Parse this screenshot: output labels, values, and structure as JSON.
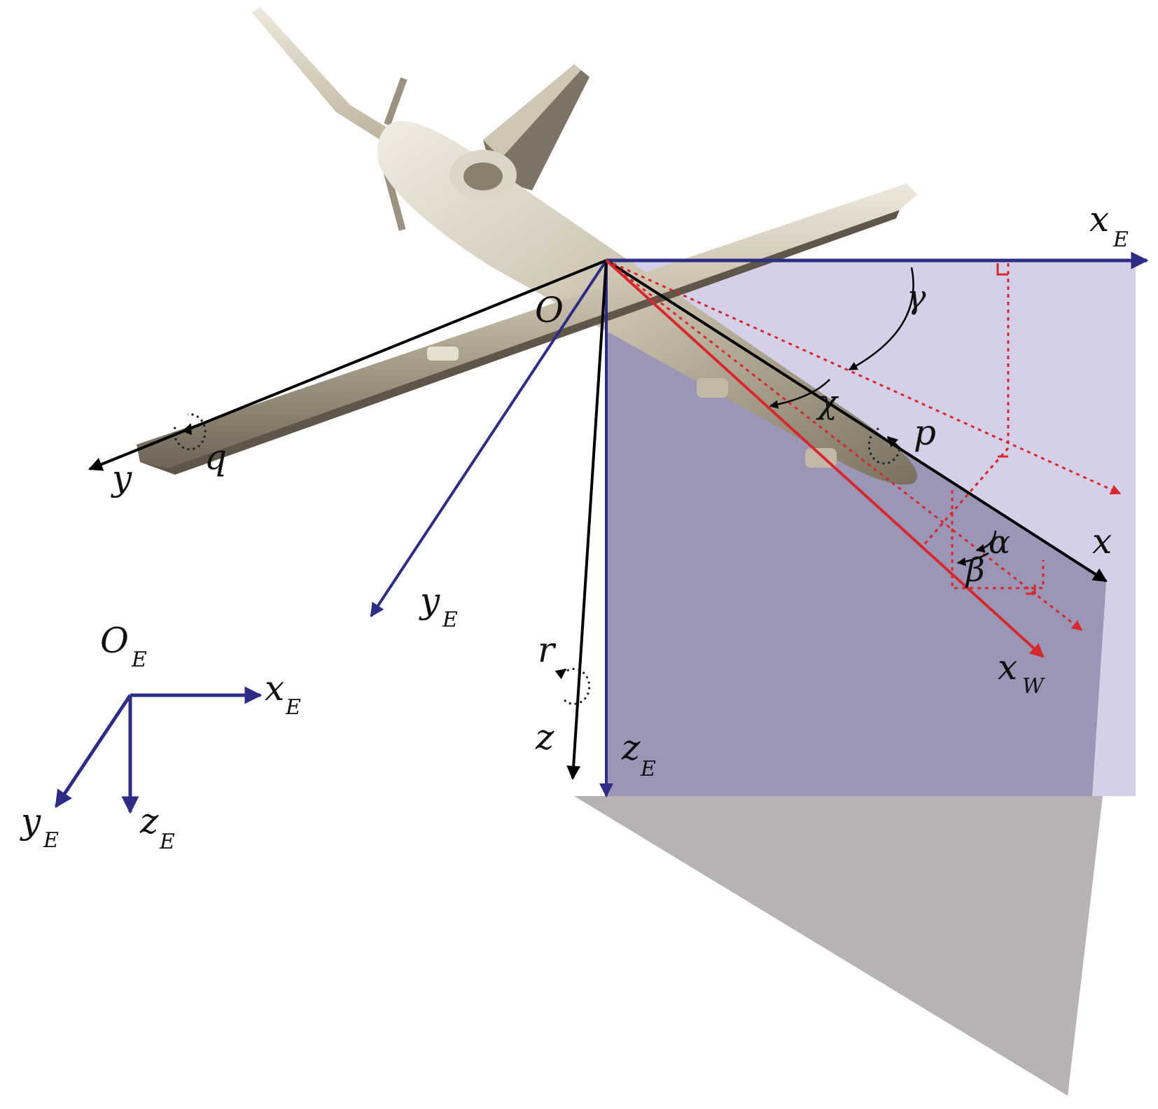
{
  "labels": {
    "origin": "O",
    "x_body": "x",
    "y_body": "y",
    "z_body": "z",
    "x_earth": "x",
    "y_earth": "y",
    "z_earth": "z",
    "x_wind": "x",
    "earth_sub": "E",
    "wind_sub": "W",
    "roll_rate": "p",
    "pitch_rate": "q",
    "yaw_rate": "r",
    "flight_path_angle": "γ",
    "heading_angle": "χ",
    "angle_of_attack": "α",
    "sideslip_angle": "β",
    "ref_origin": "O",
    "ref_x": "x",
    "ref_y": "y",
    "ref_z": "z"
  },
  "colors": {
    "earth_axes": "#2e2d86",
    "body_axes": "#000000",
    "wind_axes": "#d7282d",
    "vertical_plane": "#9b95b6",
    "horizontal_plane": "#d3d0e8",
    "side_plane": "#b7b3b4",
    "aircraft": "#b8ad9a"
  },
  "icons": {
    "aircraft": "uav-aircraft-icon"
  }
}
